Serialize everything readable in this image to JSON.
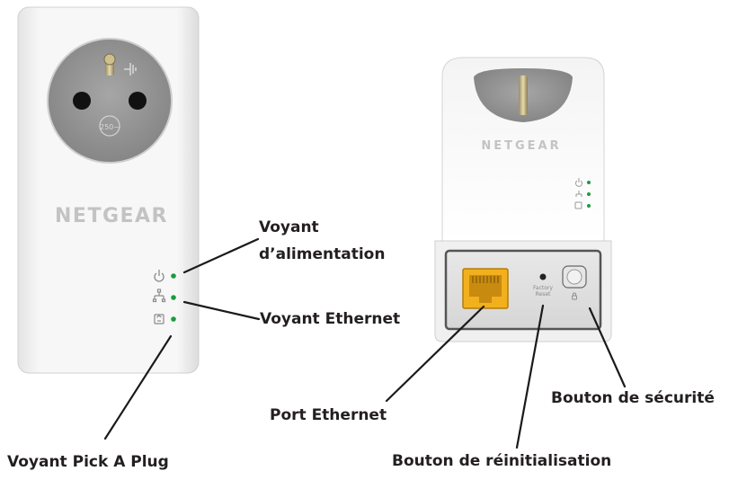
{
  "front_device": {
    "brand": "NETGEAR",
    "socket_rating": "250~",
    "led_color": "#1a9c3c"
  },
  "side_device": {
    "brand": "NETGEAR",
    "reset_label_line1": "Factory",
    "reset_label_line2": "Reset",
    "port_color": "#f2b01e"
  },
  "callouts": {
    "power_led_line1": "Voyant",
    "power_led_line2": "d’alimentation",
    "ethernet_led": "Voyant Ethernet",
    "pick_a_plug_led": "Voyant Pick A Plug",
    "ethernet_port": "Port Ethernet",
    "reset_button": "Bouton de réinitialisation",
    "security_button": "Bouton de sécurité"
  }
}
